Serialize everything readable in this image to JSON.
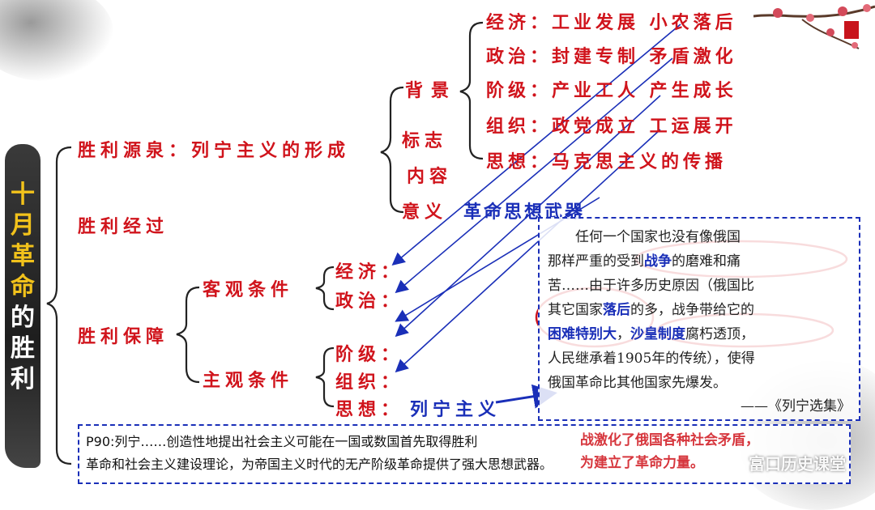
{
  "title_chars": [
    "十",
    "月",
    "革",
    "命",
    "的",
    "胜",
    "利"
  ],
  "source": "胜利源泉：列宁主义的形成",
  "process": "胜利经过",
  "guarantee": "胜利保障",
  "background_label": "背景",
  "mark_label": "标志",
  "content_label": "内容",
  "meaning_label": "意义",
  "meaning_value": "革命思想武器",
  "background_items": [
    "经济：工业发展 小农落后",
    "政治：封建专制 矛盾激化",
    "阶级：产业工人 产生成长",
    "组织：政党成立 工运展开",
    "思想：马克思主义的传播"
  ],
  "objective": "客观条件",
  "objective_items": [
    "经济：",
    "政治："
  ],
  "subjective": "主观条件",
  "subjective_items": [
    "阶级：",
    "组织：",
    "思想："
  ],
  "subjective_thought_value": "列宁主义",
  "quote": {
    "lines": [
      [
        "　　任何一个国家也没有像俄国",
        ""
      ],
      [
        "那样严重的受到",
        "战争",
        "的磨难和痛"
      ],
      [
        "苦……由于许多历史原因（俄国比",
        ""
      ],
      [
        "其它国家",
        "落后",
        "的多，战争带给它的"
      ],
      [
        "",
        "困难特别大",
        "，",
        "沙皇制度",
        "腐朽透顶，"
      ],
      [
        "人民继承着1905年的传统），使得",
        ""
      ],
      [
        "俄国革命比其他国家先爆发。",
        ""
      ]
    ],
    "source": "——《列宁选集》"
  },
  "note": {
    "line1": "P90:列宁……创造性地提出社会主义可能在一国或数国首先取得胜利",
    "line2": "革命和社会主义建设理论，为帝国主义时代的无产阶级革命提供了强大思想武器。",
    "overlay1": "战激化了俄国各种社会矛盾，",
    "overlay2": "为建立了革命力量。"
  },
  "watermark": "富口历史课堂",
  "colors": {
    "red": "#d0141c",
    "blue": "#1a2fb8",
    "box_border": "#1a2fb8"
  }
}
